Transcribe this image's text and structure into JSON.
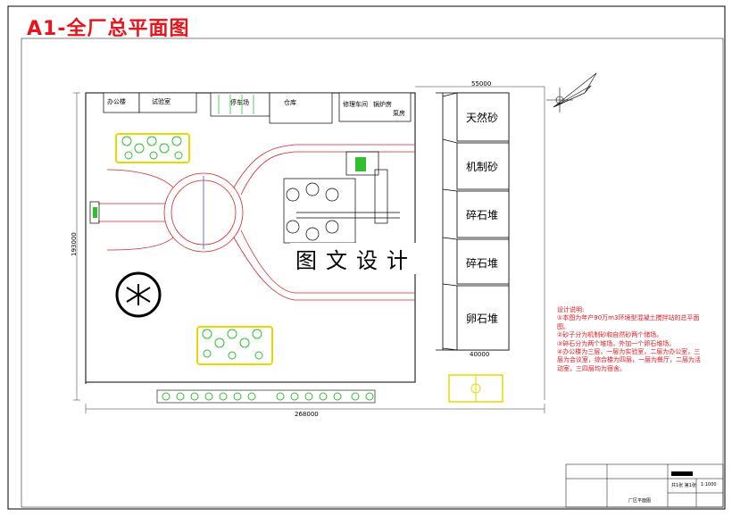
{
  "title": "A1-全厂总平面图",
  "watermark": "图文设计",
  "buildings": {
    "office": "办公楼",
    "lab": "试验室",
    "parking": "停车场",
    "warehouse": "仓库",
    "repair": "修理车间",
    "boiler": "锅炉房",
    "pump": "泵房"
  },
  "silos": [
    "天然砂",
    "机制砂",
    "碎石堆",
    "碎石堆",
    "卵石堆"
  ],
  "notes": {
    "heading": "设计说明:",
    "items": [
      "①本图为年产90万m3环境型混凝土搅拌站的总平面图。",
      "②砂子分为机制砂和自然砂两个储场。",
      "③碎石分为两个堆场，外加一个卵石堆场。",
      "④办公楼为三层，一层为实验室，二层为办公室，三层为会议室，综合楼为四层，一层为餐厅，二层为活动室，三四层均为宿舍。"
    ]
  },
  "title_block": {
    "drawing_name": "厂区平面图",
    "scale": "1:1000",
    "sheet": "共1张 第1张"
  },
  "colors": {
    "title": "#e8141c",
    "road": "#d9262b",
    "tree": "#2fbf2f",
    "lawn_border": "#e6d800",
    "outline": "#000000"
  },
  "dimensions": {
    "site_width": "268000",
    "site_height": "193000",
    "stockyard_width": "55000",
    "stockyard_bottom": "40000"
  }
}
